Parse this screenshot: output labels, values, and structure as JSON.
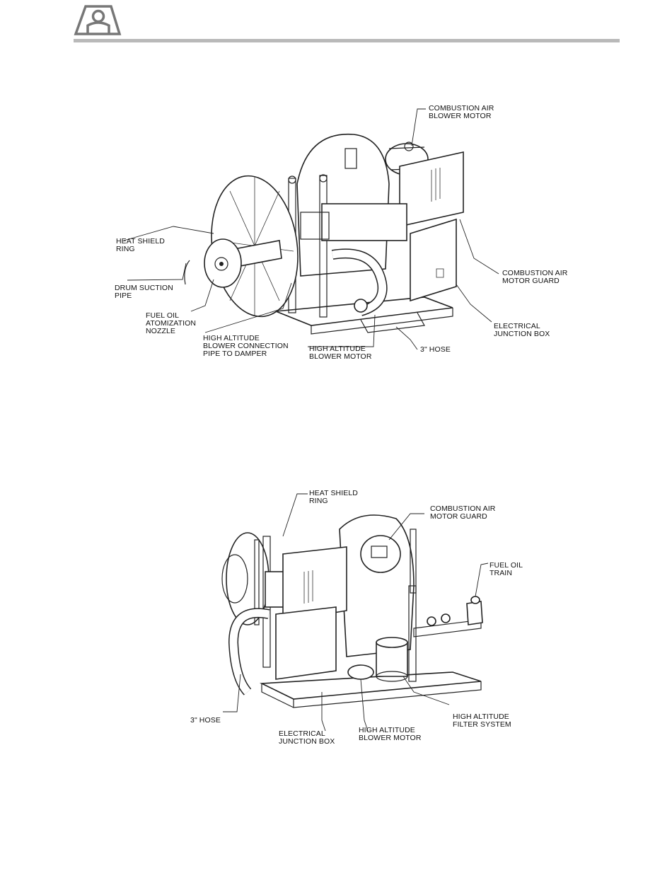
{
  "header": {
    "logo_icon": "company-logo-icon",
    "rule_color": "#b9b9b9"
  },
  "figure_top": {
    "labels": {
      "combustion_air_blower_motor": "COMBUSTION AIR\nBLOWER MOTOR",
      "heat_shield_ring": "HEAT SHIELD\nRING",
      "drum_suction_pipe": "DRUM SUCTION\nPIPE",
      "fuel_oil_atomization_nozzle": "FUEL OIL\nATOMIZATION\nNOZZLE",
      "high_altitude_blower_connection": "HIGH ALTITUDE\nBLOWER CONNECTION\nPIPE TO DAMPER",
      "high_altitude_blower_motor": "HIGH ALTITUDE\nBLOWER MOTOR",
      "hose": "3\" HOSE",
      "combustion_air_motor_guard": "COMBUSTION AIR\nMOTOR GUARD",
      "electrical_junction_box": "ELECTRICAL\nJUNCTION BOX"
    }
  },
  "figure_bottom": {
    "labels": {
      "heat_shield_ring": "HEAT SHIELD\nRING",
      "combustion_air_motor_guard": "COMBUSTION AIR\nMOTOR GUARD",
      "fuel_oil_train": "FUEL OIL\nTRAIN",
      "hose": "3\" HOSE",
      "electrical_junction_box": "ELECTRICAL\nJUNCTION BOX",
      "high_altitude_blower_motor": "HIGH ALTITUDE\nBLOWER MOTOR",
      "high_altitude_filter_system": "HIGH ALTITUDE\nFILTER SYSTEM"
    }
  }
}
